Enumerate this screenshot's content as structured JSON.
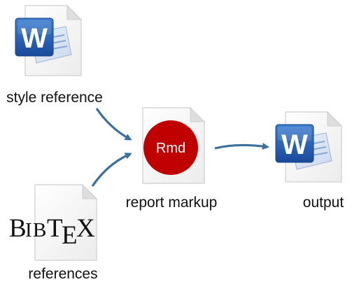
{
  "nodes": {
    "style_reference": {
      "label": "style reference",
      "icon": "word-document-icon"
    },
    "references": {
      "label": "references",
      "icon": "bibtex-document-icon",
      "logo_text": "BibTeX"
    },
    "report_markup": {
      "label": "report markup",
      "icon": "rmd-document-icon",
      "badge_text": "Rmd"
    },
    "output": {
      "label": "output",
      "icon": "word-document-icon"
    }
  },
  "edges": [
    {
      "from": "style_reference",
      "to": "report_markup"
    },
    {
      "from": "references",
      "to": "report_markup"
    },
    {
      "from": "report_markup",
      "to": "output"
    }
  ],
  "colors": {
    "arrow": "#3c6f9b",
    "rmd_badge": "#c00000",
    "word_blue": "#1f55a7",
    "page_border": "#cfcfcf"
  }
}
